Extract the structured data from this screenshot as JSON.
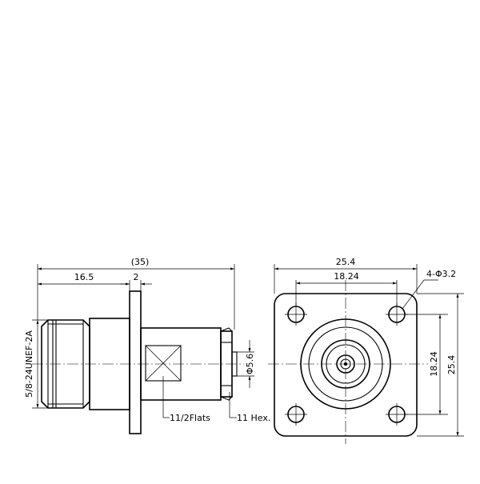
{
  "side_view": {
    "overall_length": "(35)",
    "body_length": "16.5",
    "flange_thickness": "2",
    "thread_spec": "5/8-24UNEF-2A",
    "pin_diameter": "Φ5.6",
    "flats_note": "11/2Flats",
    "hex_note": "11 Hex."
  },
  "front_view": {
    "flange_width": "25.4",
    "hole_spacing_horizontal": "18.24",
    "hole_spacing_vertical": "18.24",
    "flange_height": "25.4",
    "hole_note": "4-Φ3.2"
  }
}
